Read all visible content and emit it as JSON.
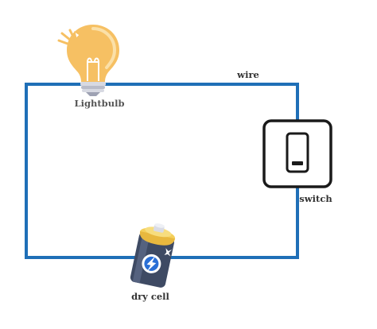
{
  "labels": {
    "bulb": "Lightbulb",
    "wire": "wire",
    "switch": "switch",
    "cell": "dry cell"
  },
  "colors": {
    "wire": "#1f6fb7",
    "label_text": "#333333",
    "bulb_glass": "#f6c063",
    "bulb_base": "#c9cbd6",
    "switch_frame": "#1a1a1a",
    "battery_body": "#3e4a63",
    "battery_cap": "#f4cf5a",
    "battery_bolt": "#5aa7ff"
  },
  "icons": {
    "bulb": "lightbulb-icon",
    "switch": "switch-icon",
    "cell": "battery-icon"
  }
}
